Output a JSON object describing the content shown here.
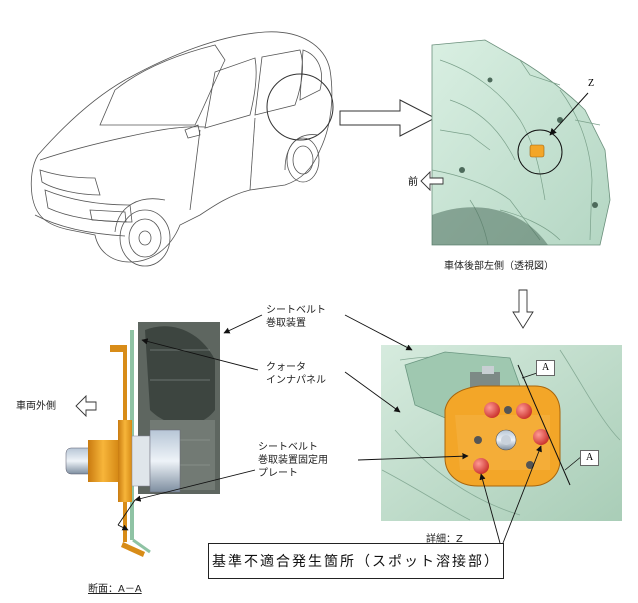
{
  "labels": {
    "z_marker": "Z",
    "front": "前",
    "rear_view_caption": "車体後部左側（透視図）",
    "seatbelt_retractor": [
      "シートベルト",
      "巻取装置"
    ],
    "quarter_inner_panel": [
      "クォータ",
      "インナパネル"
    ],
    "vehicle_outside": "車両外側",
    "retractor_plate": [
      "シートベルト",
      "巻取装置固定用",
      "プレート"
    ],
    "section_caption": "断面：A－A",
    "detail_caption": "詳細：Z",
    "section_marker_top": "A",
    "section_marker_bottom": "A",
    "nonconformity_box": "基準不適合発生箇所（スポット溶接部）"
  },
  "colors": {
    "panel_green": "#cfe8d9",
    "plate_orange": "#f3a628",
    "spot_weld_red": "#e0463f",
    "outline": "#333333"
  }
}
